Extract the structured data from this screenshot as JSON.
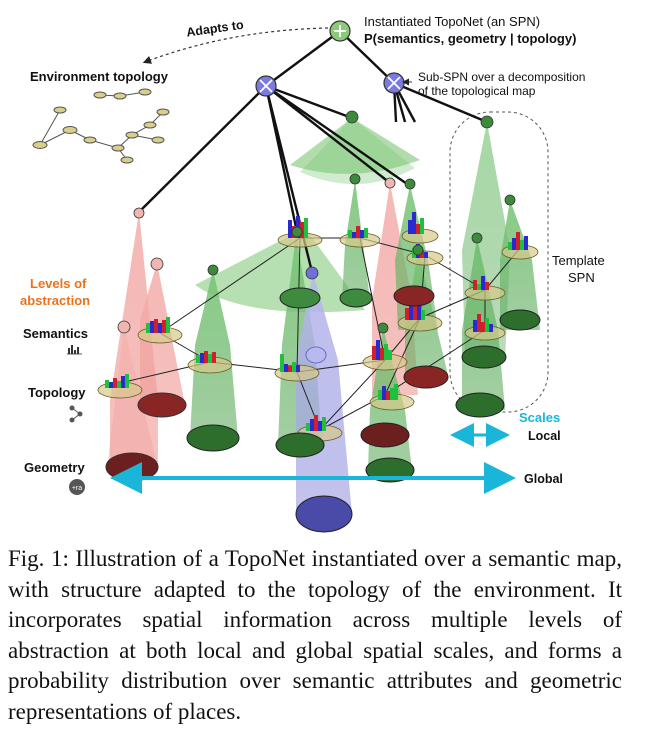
{
  "labels": {
    "adapts_to": "Adapts to",
    "root_title_line1": "Instantiated TopoNet (an SPN)",
    "root_title_line2": "P(semantics, geometry | topology)",
    "subspn_line1": "Sub-SPN over a decomposition",
    "subspn_line2": "of the topological map",
    "environment_topology": "Environment topology",
    "template_spn_line1": "Template",
    "template_spn_line2": "SPN",
    "levels_line1": "Levels of",
    "levels_line2": "abstraction",
    "semantics": "Semantics",
    "topology": "Topology",
    "geometry": "Geometry",
    "scales": "Scales",
    "local": "Local",
    "global": "Global"
  },
  "colors": {
    "green_cone": "#6fbf6a",
    "red_cone": "#f0a3a0",
    "blue_cone": "#a9a9e6",
    "orange_label": "#e8731c",
    "cyan_scale": "#1ab6d9",
    "node_green": "#7dbf68",
    "node_blue": "#7070d8"
  },
  "caption": {
    "text": "Fig. 1: Illustration of a TopoNet instantiated over a semantic map, with structure adapted to the topology of the environment. It incorporates spatial information across multiple levels of abstraction at both local and global spatial scales, and forms a probability distribution over semantic attributes and geometric representations of places."
  }
}
